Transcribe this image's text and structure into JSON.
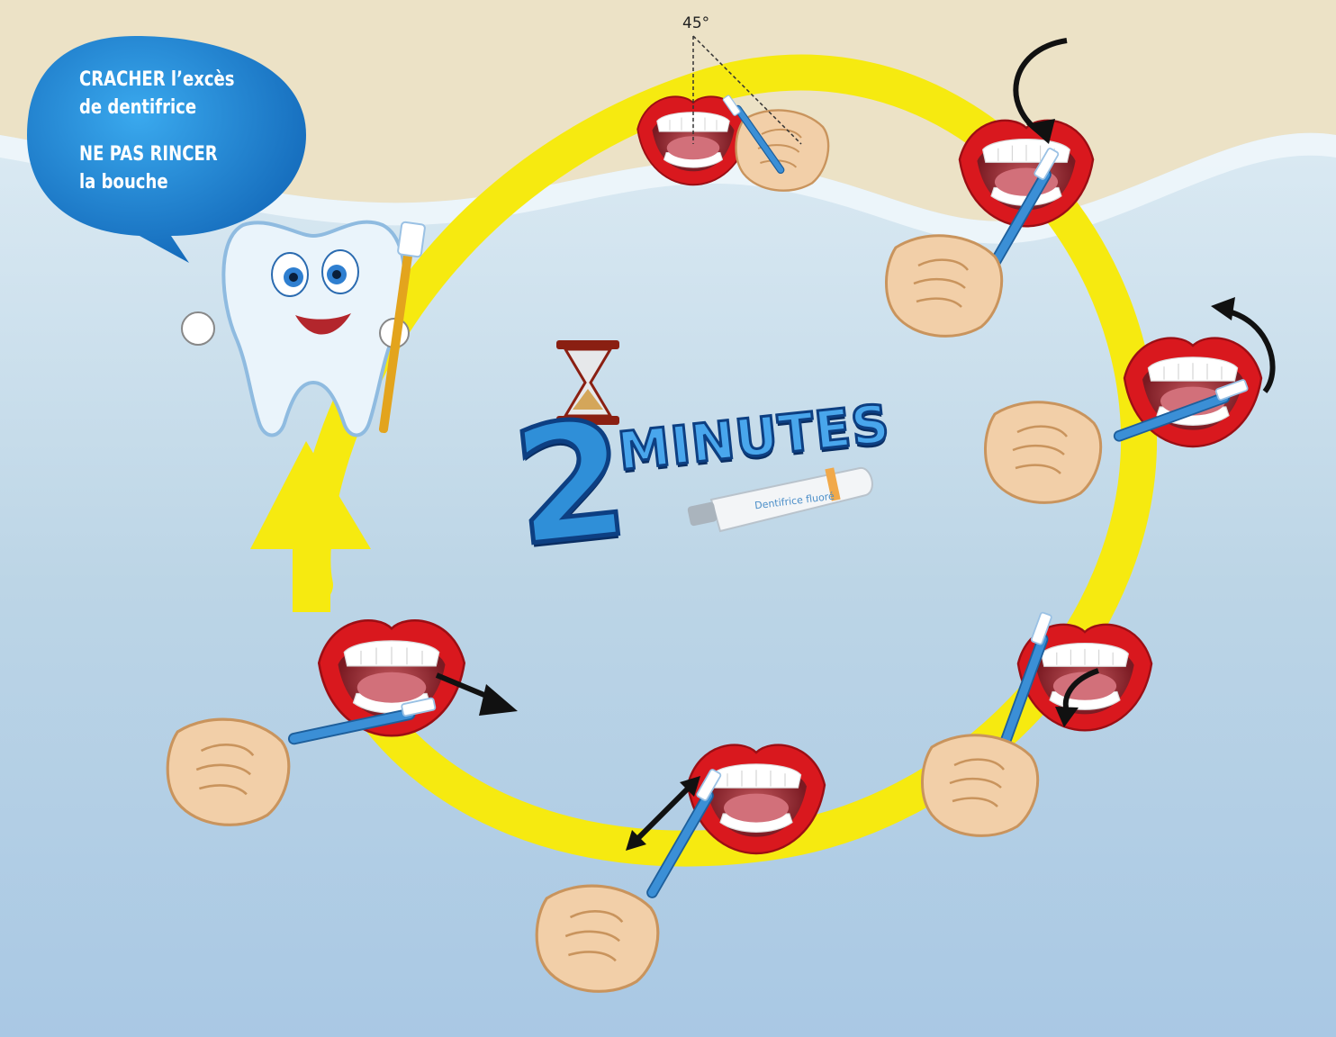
{
  "bubble": {
    "line1": "CRACHER l’excès",
    "line2": "de dentifrice",
    "line3": "NE PAS RINCER",
    "line4": "la bouche"
  },
  "angle_label": "45°",
  "timer": {
    "number": "2",
    "word": "MINUTES"
  },
  "toothpaste_label": "Dentifrice fluoré",
  "colors": {
    "ring": "#f6ea10",
    "lips": "#d9181e",
    "water": "#bcd8ec",
    "sand": "#ece2c6",
    "bubble": "#1f86d6",
    "toothbrush": "#3b8fd6"
  }
}
